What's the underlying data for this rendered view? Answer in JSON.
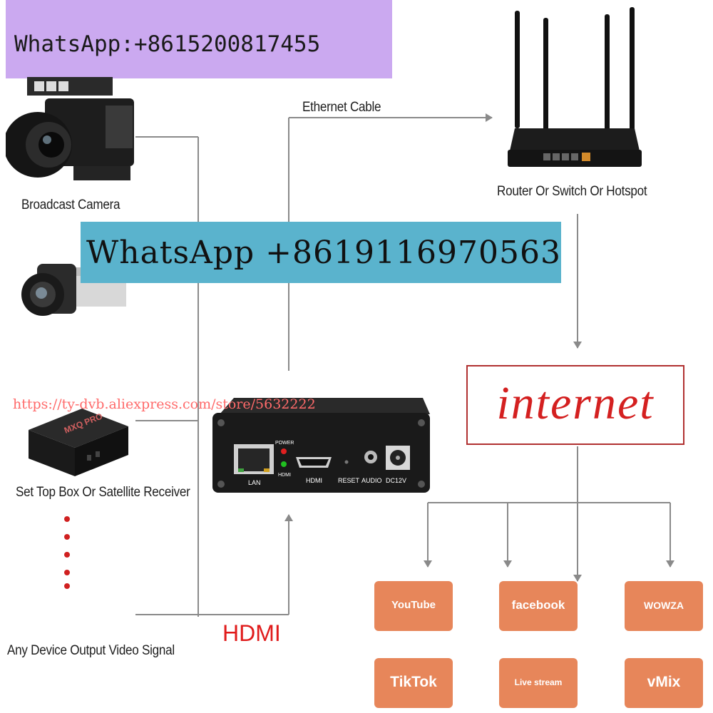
{
  "watermarks": {
    "top": "WhatsApp:+8615200817455",
    "middle": "WhatsApp +8619116970563",
    "url": "https://ty-dvb.aliexpress.com/store/5632222"
  },
  "labels": {
    "broadcast_camera": "Broadcast Camera",
    "set_top_box": "Set Top Box Or Satellite Receiver",
    "any_device": "Any Device Output Video Signal",
    "ethernet_cable": "Ethernet Cable",
    "router": "Router Or Switch Or Hotspot",
    "hdmi": "HDMI"
  },
  "encoder_ports": {
    "power": "POWER",
    "hdmi_led": "HDMI",
    "lan": "LAN",
    "hdmi": "HDMI",
    "reset": "RESET",
    "audio": "AUDIO",
    "dc": "DC12V"
  },
  "set_top_box_brand": "MXQ PRO",
  "internet": "internet",
  "platforms": [
    "YouTube",
    "facebook",
    "WOWZA",
    "TikTok",
    "Live stream",
    "vMix"
  ],
  "colors": {
    "platform_box": "#e7865a",
    "internet_text": "#d42020",
    "hdmi_text": "#e01b1b",
    "watermark_top_bg": "#cba9f0",
    "watermark_mid_bg": "#5ab3cd",
    "connector_line": "#8a8a8a"
  }
}
